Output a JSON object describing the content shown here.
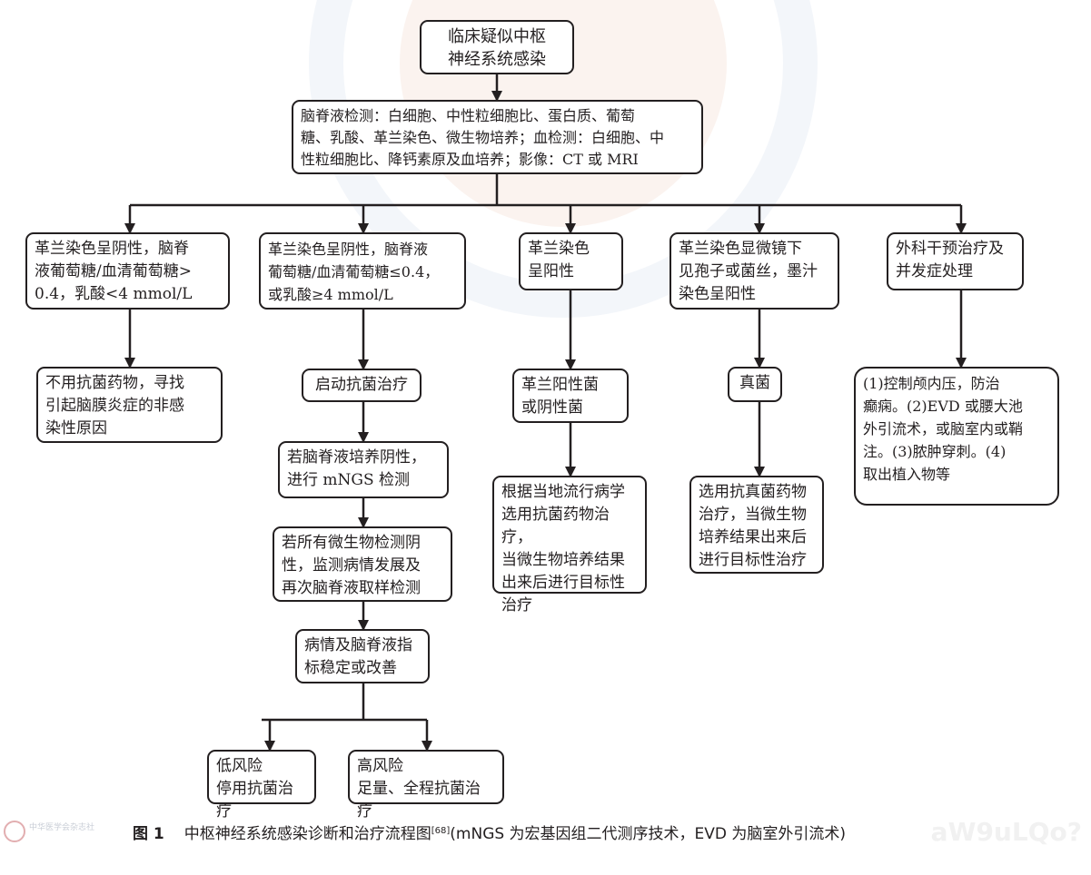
{
  "nodes": {
    "start": "临床疑似中枢\n神经系统感染",
    "tests": "脑脊液检测：白细胞、中性粒细胞比、蛋白质、葡萄\n糖、乳酸、革兰染色、微生物培养；血检测：白细胞、中\n性粒细胞比、降钙素原及血培养；影像：CT 或 MRI",
    "b1": "革兰染色呈阴性，脑脊\n液葡萄糖/血清葡萄糖>\n0.4，乳酸<4 mmol/L",
    "b1_result": "不用抗菌药物，寻找\n引起脑膜炎症的非感\n染性原因",
    "b2": "革兰染色呈阴性，脑脊液\n葡萄糖/血清葡萄糖≤0.4，\n或乳酸≥4 mmol/L",
    "b2_step1": "启动抗菌治疗",
    "b2_step2": "若脑脊液培养阴性，\n进行 mNGS 检测",
    "b2_step3": "若所有微生物检测阴\n性，监测病情发展及\n再次脑脊液取样检测",
    "b2_step4": "病情及脑脊液指\n标稳定或改善",
    "low_risk": "低风险\n停用抗菌治疗",
    "high_risk": "高风险\n足量、全程抗菌治疗",
    "b3": "革兰染色\n呈阳性",
    "b3_step1": "革兰阳性菌\n或阴性菌",
    "b3_step2": "根据当地流行病学\n选用抗菌药物治疗，\n当微生物培养结果\n出来后进行目标性\n治疗",
    "b4": "革兰染色显微镜下\n见孢子或菌丝，墨汁\n染色呈阳性",
    "b4_step1": "真菌",
    "b4_step2": "选用抗真菌药物\n治疗，当微生物\n培养结果出来后\n进行目标性治疗",
    "b5": "外科干预治疗及\n并发症处理",
    "b5_step1": "(1)控制颅内压，防治\n癫痫。(2)EVD 或腰大池\n外引流术，或脑室内或鞘\n注。(3)脓肿穿刺。(4)\n取出植入物等"
  },
  "caption": {
    "figure_label": "图 1",
    "text": "中枢神经系统感染诊断和治疗流程图",
    "ref": "[68]",
    "note": "(mNGS 为宏基因组二代测序技术，EVD 为脑室外引流术)",
    "publisher": "中华医学会杂志社",
    "watermark_code": "aW9uLQo?"
  }
}
